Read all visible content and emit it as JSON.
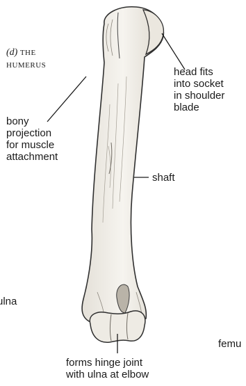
{
  "figure": {
    "label_letter": "(d)",
    "label_title_first": "THE",
    "label_title_second": "HUMERUS"
  },
  "labels": {
    "head": "head fits\ninto socket\nin shoulder\nblade",
    "bony_projection": "bony\nprojection\nfor muscle\nattachment",
    "shaft": "shaft",
    "hinge_joint": "forms hinge joint\nwith ulna at elbow"
  },
  "edge_labels": {
    "left": "ulna",
    "right": "femu"
  },
  "colors": {
    "bone_outline": "#2f2f2f",
    "bone_fill": "#f3f1ec",
    "leader_line": "#1a1a1a",
    "text": "#1a1a1a"
  }
}
